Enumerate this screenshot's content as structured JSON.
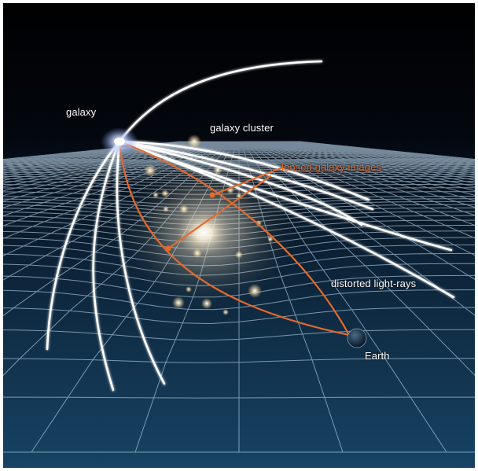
{
  "labels": {
    "galaxy": "galaxy",
    "galaxy_cluster": "galaxy cluster",
    "lensed_images": "lensed galaxy images",
    "distorted_rays": "distorted light-rays",
    "earth": "Earth"
  },
  "colors": {
    "background": "#000000",
    "grid": "#bcd8ee",
    "light_ray": "#ffffff",
    "lensed_ray": "#e46a2c",
    "label": "#ffffff",
    "lensed_label": "#e46a2c"
  }
}
